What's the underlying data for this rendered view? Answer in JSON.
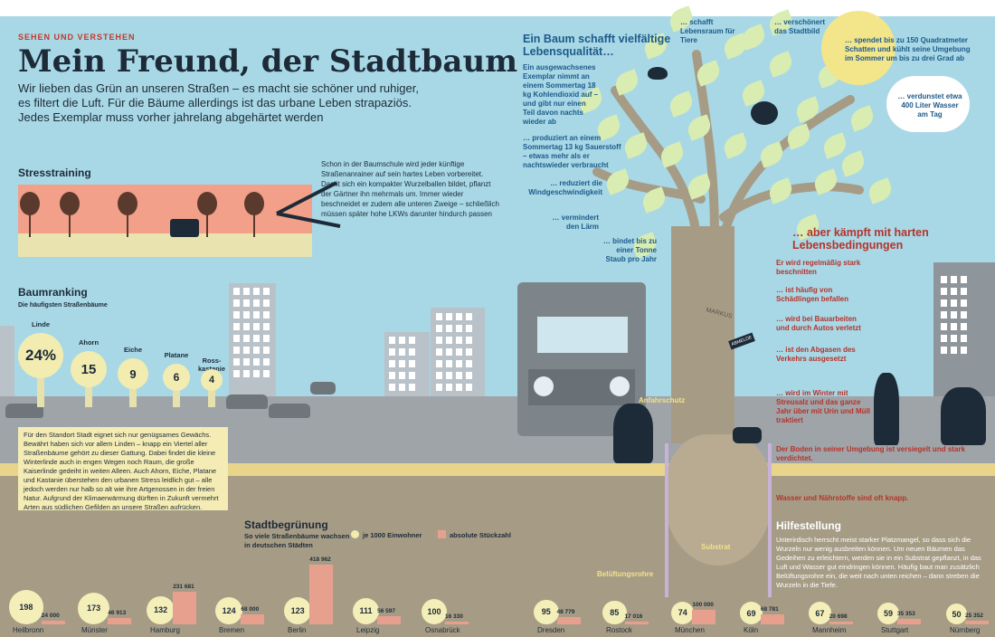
{
  "header": {
    "kicker": "SEHEN UND VERSTEHEN",
    "title": "Mein Freund, der Stadtbaum",
    "lead": "Wir lieben das Grün an unseren Straßen – es macht sie schöner und ruhiger, es filtert die Luft. Für die Bäume allerdings ist das urbane Leben strapaziös. Jedes Exemplar muss vorher jahrelang abgehärtet werden"
  },
  "stress": {
    "heading": "Stresstraining",
    "text": "Schon in der Baumschule wird jeder künftige Straßenanrainer auf sein hartes Leben vorbereitet. Damit sich ein kompakter Wurzelballen bildet, pflanzt der Gärtner ihn mehrmals um. Immer wieder beschneidet er zudem alle unteren Zweige – schließlich müssen später hohe LKWs darunter hindurch passen"
  },
  "ranking": {
    "heading": "Baumranking",
    "subheading": "Die häufigsten Straßenbäume",
    "items": [
      {
        "name": "Linde",
        "value": "24%"
      },
      {
        "name": "Ahorn",
        "value": "15"
      },
      {
        "name": "Eiche",
        "value": "9"
      },
      {
        "name": "Platane",
        "value": "6"
      },
      {
        "name": "Ross-kastanie",
        "value": "4"
      }
    ],
    "note": "Für den Standort Stadt eignet sich nur genügsames Gewächs. Bewährt haben sich vor allem Linden – knapp ein Viertel aller Straßenbäume gehört zu dieser Gattung. Dabei findet die kleine Winterlinde auch in engen Wegen noch Raum, die große Kaiserlinde gedeiht in weiten Alleen. Auch Ahorn, Eiche, Platane und Kastanie überstehen den urbanen Stress leidlich gut – alle jedoch werden nur halb so alt wie ihre Artgenossen in der freien Natur. Aufgrund der Klimaerwärmung dürften in Zukunft vermehrt Arten aus südlichen Gefilden an unsere Straßen aufrücken."
  },
  "greening": {
    "heading": "Stadtbegrünung",
    "subheading": "So viele Straßenbäume wachsen in deutschen Städten",
    "legend_per_1000": "je 1000 Einwohner",
    "legend_absolute": "absolute Stückzahl",
    "cities": [
      {
        "name": "Heilbronn",
        "per1000": "198",
        "absolute": "24 000",
        "abs_value": 24000
      },
      {
        "name": "Münster",
        "per1000": "173",
        "absolute": "46 913",
        "abs_value": 46913
      },
      {
        "name": "Hamburg",
        "per1000": "132",
        "absolute": "231 681",
        "abs_value": 231681
      },
      {
        "name": "Bremen",
        "per1000": "124",
        "absolute": "68 000",
        "abs_value": 68000
      },
      {
        "name": "Berlin",
        "per1000": "123",
        "absolute": "418 962",
        "abs_value": 418962
      },
      {
        "name": "Leipzig",
        "per1000": "111",
        "absolute": "56 597",
        "abs_value": 56597
      },
      {
        "name": "Osnabrück",
        "per1000": "100",
        "absolute": "16 330",
        "abs_value": 16330
      },
      {
        "name": "Dresden",
        "per1000": "95",
        "absolute": "48 779",
        "abs_value": 48779
      },
      {
        "name": "Rostock",
        "per1000": "85",
        "absolute": "17 016",
        "abs_value": 17016
      },
      {
        "name": "München",
        "per1000": "74",
        "absolute": "100 000",
        "abs_value": 100000
      },
      {
        "name": "Köln",
        "per1000": "69",
        "absolute": "68 781",
        "abs_value": 68781
      },
      {
        "name": "Mannheim",
        "per1000": "67",
        "absolute": "20 698",
        "abs_value": 20698
      },
      {
        "name": "Stuttgart",
        "per1000": "59",
        "absolute": "35 353",
        "abs_value": 35353
      },
      {
        "name": "Nürnberg",
        "per1000": "50",
        "absolute": "25 352",
        "abs_value": 25352
      }
    ]
  },
  "benefits": {
    "heading": "Ein Baum schafft vielfältige Lebensqualität…",
    "items": [
      "Ein ausgewachsenes Exemplar nimmt an einem Sommertag 18 kg Kohlendioxid auf – und gibt nur einen Teil davon nachts wieder ab",
      "… produziert an einem Sommertag 13 kg Sauerstoff – etwas mehr als er nachtswieder verbraucht",
      "… reduziert die Windgeschwindigkeit",
      "… vermindert den Lärm",
      "… bindet bis zu einer Tonne Staub pro Jahr"
    ],
    "top_animals": "… schafft Lebensraum für Tiere",
    "top_cityscape": "… verschönert das Stadtbild",
    "sun": "… spendet bis zu 150 Quadratmeter Schatten und kühlt seine Umgebung im Sommer um bis zu drei Grad ab",
    "cloud": "… verdunstet etwa 400 Liter Wasser am Tag"
  },
  "struggles": {
    "heading": "… aber kämpft mit harten Lebensbedingungen",
    "items": [
      "Er wird regelmäßig stark beschnitten",
      "… ist häufig von Schädlingen befallen",
      "… wird bei Bauarbeiten und durch Autos verletzt",
      "… ist den Abgasen des Verkehrs ausgesetzt",
      "… wird im Winter mit Streusalz und das ganze Jahr über mit Urin und Müll traktiert"
    ],
    "soil": "Der Boden in seiner Umgebung ist versiegelt und stark verdichtet.",
    "water": "Wasser und Nährstoffe sind oft knapp."
  },
  "help": {
    "heading": "Hilfestellung",
    "text": "Unterirdisch herrscht meist starker Platzmangel, so dass sich die Wurzeln nur wenig ausbreiten können. Um neuen Bäumen das Gedeihen zu erleichtern, werden sie in ein Substrat gepflanzt, in das Luft und Wasser gut eindringen können. Häufig baut man zusätzlich Belüftungsrohre ein, die weit nach unten reichen – dann streben die Wurzeln in die Tiefe.",
    "label_protection": "Anfahrschutz",
    "label_substrate": "Substrat",
    "label_pipes": "Belüftungsrohre",
    "tag": "MARKUS",
    "poster": "ABMELDE"
  },
  "colors": {
    "sky": "#a8d8e6",
    "headline_blue": "#1d5a8a",
    "headline_red": "#b5332b",
    "bar": "#e8a08e",
    "circle": "#f4eeb8"
  }
}
